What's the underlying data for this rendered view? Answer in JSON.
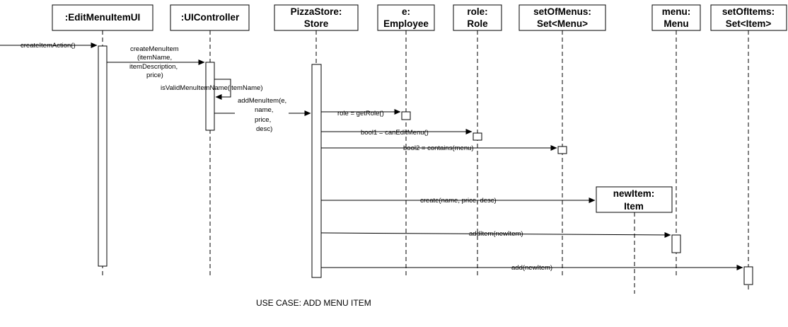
{
  "participants": [
    {
      "id": "editui",
      "lines": [
        ":EditMenuItemUI"
      ]
    },
    {
      "id": "ctrl",
      "lines": [
        ":UIController"
      ]
    },
    {
      "id": "store",
      "lines": [
        "PizzaStore:",
        "Store"
      ]
    },
    {
      "id": "emp",
      "lines": [
        "e:",
        "Employee"
      ]
    },
    {
      "id": "role",
      "lines": [
        "role:",
        "Role"
      ]
    },
    {
      "id": "menus",
      "lines": [
        "setOfMenus:",
        "Set<Menu>"
      ]
    },
    {
      "id": "newitem",
      "lines": [
        "newItem:",
        "Item"
      ]
    },
    {
      "id": "menu",
      "lines": [
        "menu:",
        "Menu"
      ]
    },
    {
      "id": "items",
      "lines": [
        "setOfItems:",
        "Set<Item>"
      ]
    }
  ],
  "messages": [
    {
      "id": "create-item-action",
      "lines": [
        "createItemAction()"
      ]
    },
    {
      "id": "create-menu-item",
      "lines": [
        "createMenuItem",
        "(itemName,",
        "itemDescription,",
        "price)"
      ]
    },
    {
      "id": "is-valid-menu-item-name",
      "lines": [
        "isValidMenuItemName(itemName)"
      ]
    },
    {
      "id": "add-menu-item",
      "lines": [
        "addMenuItem(e,",
        "name,",
        "price,",
        "desc)"
      ]
    },
    {
      "id": "get-role",
      "lines": [
        "role = getRole()"
      ]
    },
    {
      "id": "can-edit-menu",
      "lines": [
        "bool1 = canEditMenu()"
      ]
    },
    {
      "id": "contains-menu",
      "lines": [
        "bool2 = contains(menu)"
      ]
    },
    {
      "id": "create-item",
      "lines": [
        "create(name, price, desc)"
      ]
    },
    {
      "id": "add-item-menu",
      "lines": [
        "addItem(newItem)"
      ]
    },
    {
      "id": "add-item-set",
      "lines": [
        "add(newItem)"
      ]
    }
  ],
  "caption": "USE CASE: ADD MENU ITEM"
}
